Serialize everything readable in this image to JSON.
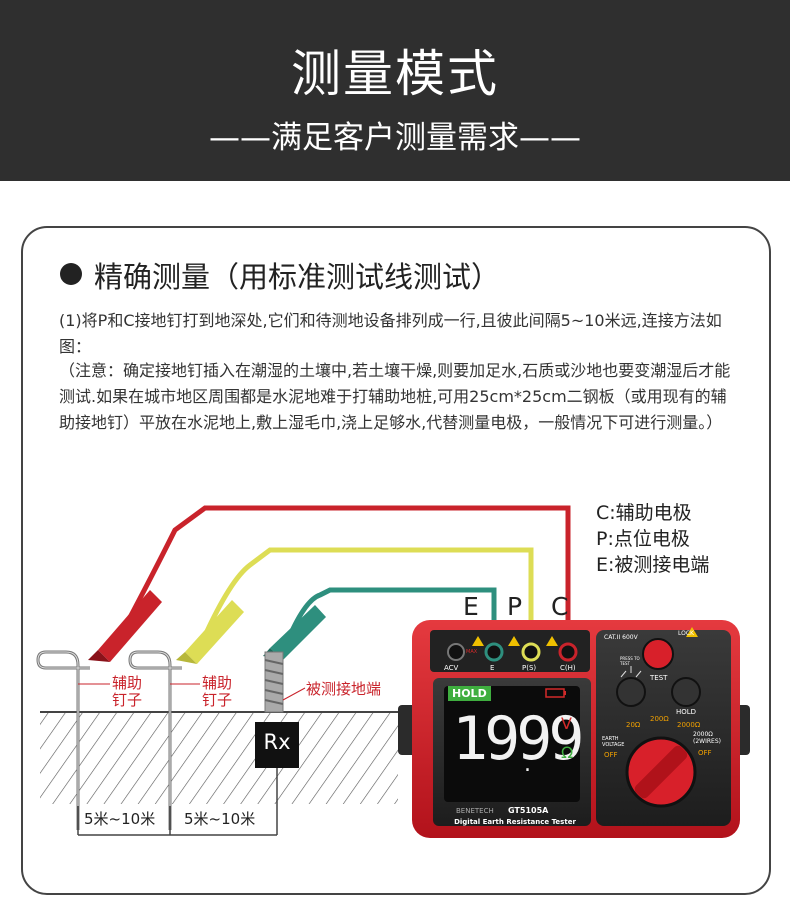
{
  "header": {
    "title": "测量模式",
    "subtitle": "——满足客户测量需求——"
  },
  "section": {
    "title": "精确测量（用标准测试线测试）",
    "paragraph1": "(1)将P和C接地钉打到地深处,它们和待测地设备排列成一行,且彼此间隔5~10米远,连接方法如图：",
    "paragraph2": "（注意：确定接地钉插入在潮湿的土壤中,若土壤干燥,则要加足水,石质或沙地也要变潮湿后才能测试.如果在城市地区周围都是水泥地难于打辅助地桩,可用25cm*25cm二钢板（或用现有的辅助接地钉）平放在水泥地上,敷上湿毛巾,浇上足够水,代替测量电极，一般情况下可进行测量。）"
  },
  "legend": {
    "c": "C:辅助电极",
    "p": "P:点位电极",
    "e": "E:被测接电端"
  },
  "terminal_letters": {
    "e": "E",
    "p": "P",
    "c": "C"
  },
  "diagram": {
    "aux_nail_label_1": "辅助钉子",
    "aux_nail_label_2": "辅助钉子",
    "grounded_end_label": "被测接地端",
    "rx_label": "Rx",
    "distance_1": "5米~10米",
    "distance_2": "5米~10米"
  },
  "meter": {
    "model": "GT5105A",
    "description": "Digital Earth Resistance Tester",
    "display_value": "1999",
    "display_decimal": ".",
    "hold_label": "HOLD",
    "unit_v": "V",
    "unit_ohm": "Ω",
    "port_acv": "ACV",
    "port_e": "E",
    "port_p": "P(S)",
    "port_c": "C(H)",
    "cat_rating": "CAT.II 600V",
    "lock_label": "LOCK",
    "test_label": "TEST",
    "press_to_test": "PRESS TO TEST",
    "hold_button": "HOLD",
    "range_20": "20Ω",
    "range_200": "200Ω",
    "range_2000": "2000Ω",
    "range_2000b": "2000Ω (2WIRES)",
    "earth_voltage": "EARTH VOLTAGE",
    "off_left": "OFF",
    "off_right": "OFF",
    "max_label": "MAX",
    "brand": "BENETECH"
  },
  "colors": {
    "header_bg": "#2f2f2f",
    "wire_red": "#c9232b",
    "wire_yellow": "#dddd55",
    "wire_green": "#2e8f7e",
    "meter_red": "#d8202a",
    "meter_dark": "#2b2b2b",
    "lcd_bg": "#0b0b0b",
    "lcd_hold": "#3fae3f",
    "lcd_unit": "#d32a2a"
  }
}
